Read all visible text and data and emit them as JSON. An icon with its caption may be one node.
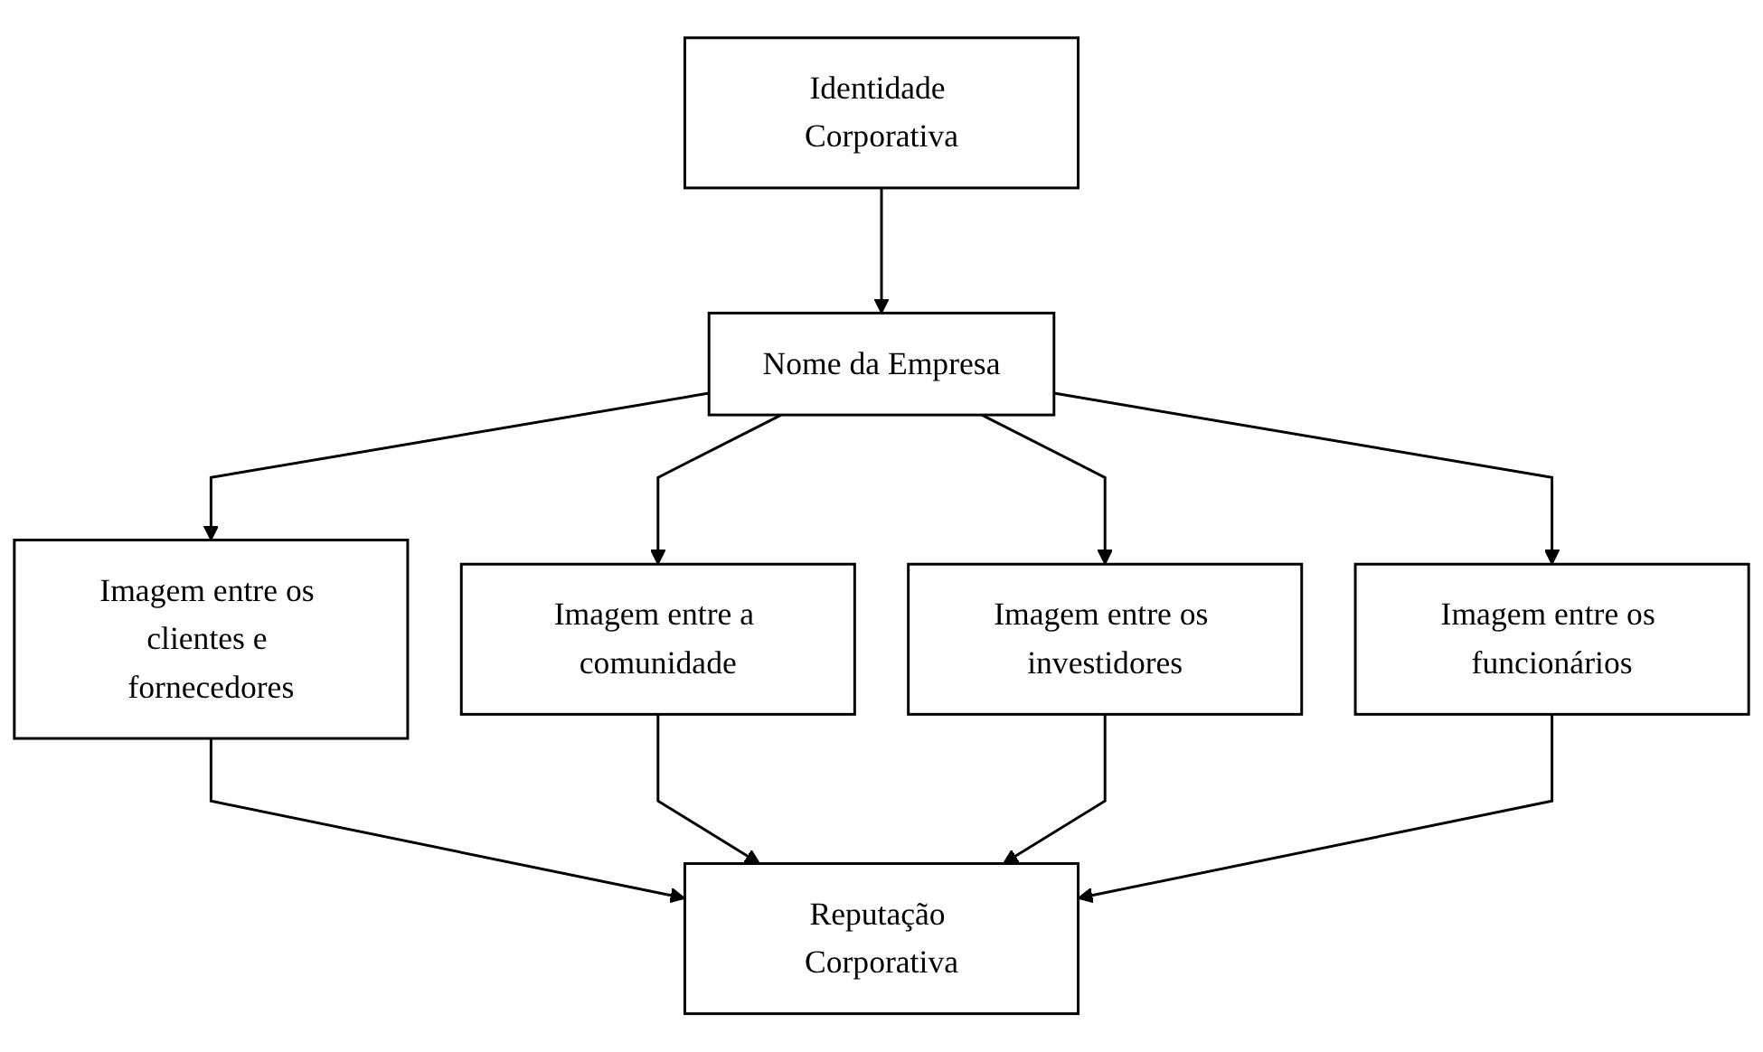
{
  "diagram": {
    "nodes": [
      {
        "text": [
          "Identidade Corporativa"
        ]
      },
      {
        "text": [
          "Nome da Empresa"
        ]
      },
      {
        "text": [
          "Imagem entre os clientes e fornecedores"
        ]
      },
      {
        "text": [
          "Imagem entre a comunidade"
        ]
      },
      {
        "text": [
          "Imagem entre os investidores"
        ]
      },
      {
        "text": [
          "Imagem entre os funcionários"
        ]
      },
      {
        "text": [
          "Reputação Corporativa"
        ]
      }
    ],
    "edges": [
      {
        "from": 0,
        "to": 1,
        "arrow": "to"
      },
      {
        "from": 1,
        "to": 2,
        "arrow": "to"
      },
      {
        "from": 1,
        "to": 3,
        "arrow": "to"
      },
      {
        "from": 1,
        "to": 4,
        "arrow": "to"
      },
      {
        "from": 1,
        "to": 5,
        "arrow": "to"
      },
      {
        "from": 2,
        "to": 6,
        "arrow": "to"
      },
      {
        "from": 3,
        "to": 6,
        "arrow": "to"
      },
      {
        "from": 4,
        "to": 6,
        "arrow": "to"
      },
      {
        "from": 5,
        "to": 6,
        "arrow": "to"
      }
    ]
  }
}
